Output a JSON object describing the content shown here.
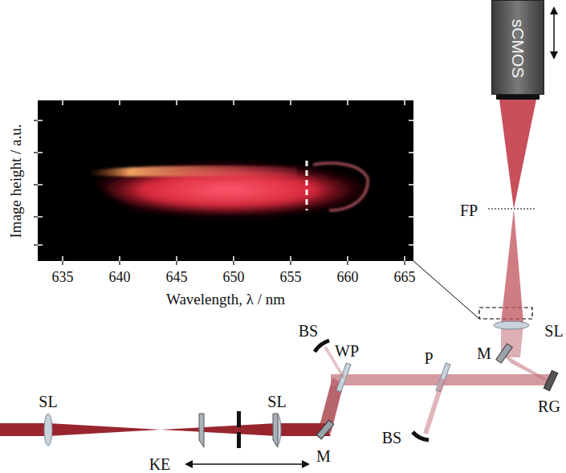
{
  "diagram": {
    "nodes": [
      {
        "text": [
          "sCMOS"
        ]
      }
    ],
    "labels": [
      "Image height / a.u.",
      "635",
      "640",
      "645",
      "650",
      "655",
      "660",
      "665",
      "Wavelength, λ / nm",
      "FP",
      "SL",
      "M",
      "RG",
      "BS",
      "WP",
      "P",
      "BS",
      "SL",
      "KE",
      "SL",
      "M"
    ]
  }
}
